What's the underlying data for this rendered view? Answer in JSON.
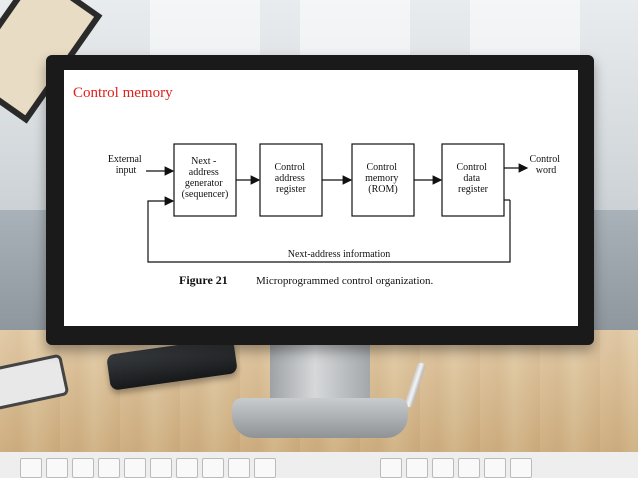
{
  "slide": {
    "title": "Control memory"
  },
  "diagram": {
    "input_label": [
      "External",
      "input"
    ],
    "output_label": [
      "Control",
      "word"
    ],
    "blocks": [
      {
        "id": "sequencer",
        "lines": [
          "Next -",
          "address",
          "generator",
          "(sequencer)"
        ]
      },
      {
        "id": "car",
        "lines": [
          "Control",
          "address",
          "register"
        ]
      },
      {
        "id": "rom",
        "lines": [
          "Control",
          "memory",
          "(ROM)"
        ]
      },
      {
        "id": "cdr",
        "lines": [
          "Control",
          "data",
          "register"
        ]
      }
    ],
    "feedback_label": "Next-address information",
    "figure_number": "Figure 21",
    "caption": "Microprogrammed control organization."
  },
  "colors": {
    "title": "#e0201c",
    "bezel": "#1a1a1a",
    "screen": "#ffffff"
  }
}
